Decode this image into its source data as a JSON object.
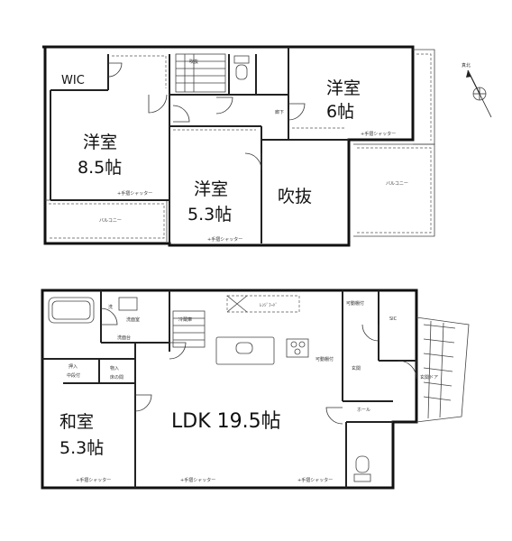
{
  "floor2": {
    "wic": "WIC",
    "bedroom_a": {
      "name": "洋室",
      "size": "8.5帖"
    },
    "bedroom_b": {
      "name": "洋室",
      "size": "5.3帖"
    },
    "bedroom_c": {
      "name": "洋室",
      "size": "6帖"
    },
    "void": "吹抜"
  },
  "floor1": {
    "washitsu": {
      "name": "和室",
      "size": "5.3帖"
    },
    "ldk": "LDK 19.5帖"
  },
  "compass": {
    "label": "真北"
  }
}
